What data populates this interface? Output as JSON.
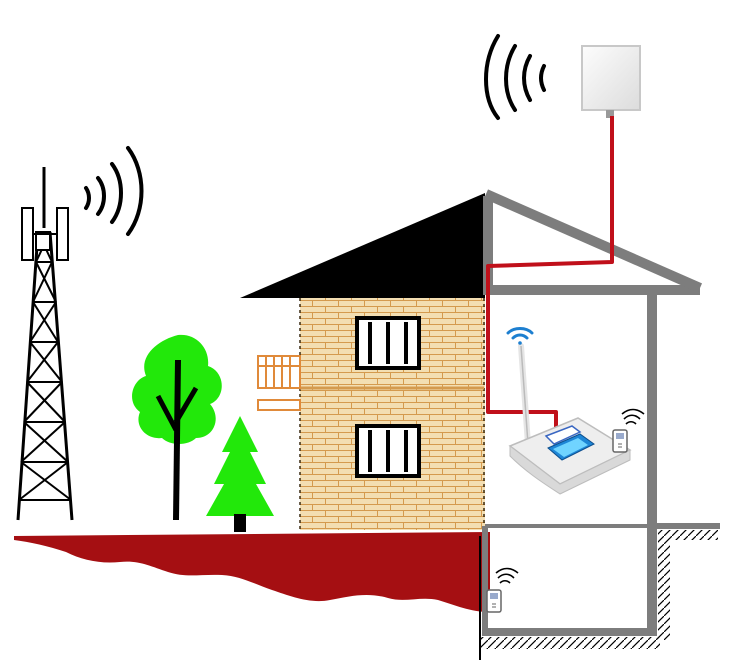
{
  "diagram": {
    "components": [
      {
        "id": "cell-tower",
        "icon": "cell-tower-icon"
      },
      {
        "id": "outdoor-panel-antenna",
        "icon": "panel-antenna-icon"
      },
      {
        "id": "signal-booster",
        "icon": "repeater-icon"
      },
      {
        "id": "indoor-phone-upper",
        "icon": "phone-icon"
      },
      {
        "id": "indoor-phone-basement",
        "icon": "phone-icon"
      },
      {
        "id": "house",
        "icon": "house-icon"
      },
      {
        "id": "trees",
        "icon": "tree-icon"
      }
    ],
    "connections": [
      {
        "from": "outdoor-panel-antenna",
        "to": "signal-booster",
        "kind": "coaxial-cable"
      }
    ]
  },
  "colors": {
    "cable": "#c0101a",
    "ground": "#a50f12",
    "roof": "#000000",
    "wall": "#808080",
    "brick": "#f3deb2",
    "brick_line": "#d49a4e",
    "tree_green": "#22e80a",
    "wifi_blue": "#1d7fd0"
  }
}
